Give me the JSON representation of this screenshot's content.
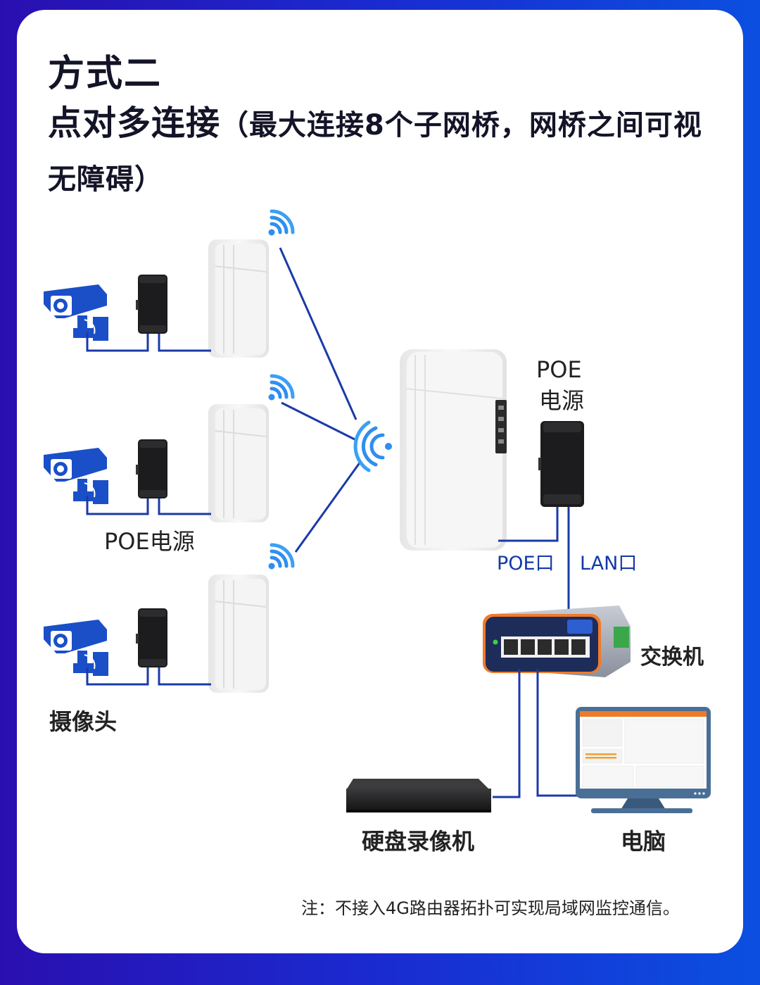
{
  "header": {
    "title": "方式二",
    "subtitle_main": "点对多连接",
    "subtitle_detail": "（最大连接8个子网桥，网桥之间可视无障碍）"
  },
  "diagram": {
    "nodes": {
      "cameras_label": "摄像头",
      "poe_power_left_label": "POE电源",
      "poe_power_right_label": "POE\n电源",
      "poe_power_right_line1": "POE",
      "poe_power_right_line2": "电源",
      "poe_port_label": "POE口",
      "lan_port_label": "LAN口",
      "switch_label": "交换机",
      "nvr_label": "硬盘录像机",
      "pc_label": "电脑"
    },
    "remote_bridge_count": 3,
    "colors": {
      "line": "#1a3aa8",
      "wifi": "#2f8ef0",
      "camera": "#1a4fc8",
      "poe_box": "#1c1c1e",
      "bridge": "#f2f2f2",
      "switch_body": "#1e2c5a",
      "switch_accent": "#f07a2a",
      "monitor_frame": "#4a6f96",
      "monitor_header": "#f07a2a"
    }
  },
  "footer": {
    "note": "注：不接入4G路由器拓扑可实现局域网监控通信。"
  }
}
